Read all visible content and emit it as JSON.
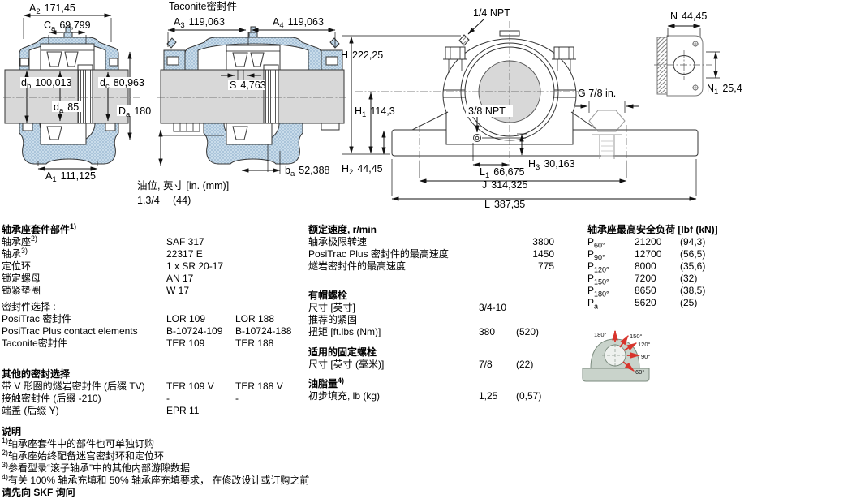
{
  "dims": {
    "A2": {
      "sym": "A",
      "sub": "2",
      "val": "171,45"
    },
    "Ca": {
      "sym": "C",
      "sub": "a",
      "val": "69,799"
    },
    "db": {
      "sym": "d",
      "sub": "b",
      "val": "100,013"
    },
    "dc": {
      "sym": "d",
      "sub": "c",
      "val": "80,963"
    },
    "da": {
      "sym": "d",
      "sub": "a",
      "val": "85"
    },
    "Da": {
      "sym": "D",
      "sub": "a",
      "val": "180"
    },
    "A1": {
      "sym": "A",
      "sub": "1",
      "val": "111,125"
    },
    "A3": {
      "sym": "A",
      "sub": "3",
      "val": "119,063"
    },
    "A4": {
      "sym": "A",
      "sub": "4",
      "val": "119,063"
    },
    "S": {
      "sym": "S",
      "val": "4,763"
    },
    "ba": {
      "sym": "b",
      "sub": "a",
      "val": "52,388"
    },
    "H": {
      "sym": "H",
      "val": "222,25"
    },
    "H1": {
      "sym": "H",
      "sub": "1",
      "val": "114,3"
    },
    "H2": {
      "sym": "H",
      "sub": "2",
      "val": "44,45"
    },
    "H3": {
      "sym": "H",
      "sub": "3",
      "val": "30,163"
    },
    "L1": {
      "sym": "L",
      "sub": "1",
      "val": "66,675"
    },
    "J": {
      "sym": "J",
      "val": "314,325"
    },
    "L": {
      "sym": "L",
      "val": "387,35"
    },
    "N": {
      "sym": "N",
      "val": "44,45"
    },
    "N1": {
      "sym": "N",
      "sub": "1",
      "val": "25,4"
    }
  },
  "annotations": {
    "taconite_title": "Taconite密封件",
    "npt14": "1/4 NPT",
    "npt38": "3/8 NPT",
    "g_bolt": "G  7/8 in.",
    "oil_label": "油位, 英寸 [in. (mm)]",
    "oil_v1": "1.3/4",
    "oil_v2": "(44)"
  },
  "parts": {
    "title": "轴承座套件部件",
    "title_sup": "1)",
    "rows": [
      {
        "label": "轴承座",
        "sup": "2)",
        "v1": "SAF 317",
        "v2": ""
      },
      {
        "label": "轴承",
        "sup": "3)",
        "v1": "22317 E",
        "v2": ""
      },
      {
        "label": "定位环",
        "sup": "",
        "v1": "1 x SR 20-17",
        "v2": ""
      },
      {
        "label": "锁定螺母",
        "sup": "",
        "v1": "AN 17",
        "v2": ""
      },
      {
        "label": "锁紧垫圈",
        "sup": "",
        "v1": "W 17",
        "v2": ""
      }
    ],
    "seals_header": "密封件选择 :",
    "seal_rows": [
      {
        "label": "PosiTrac 密封件",
        "v1": "LOR 109",
        "v2": "LOR 188"
      },
      {
        "label": "PosiTrac Plus contact elements",
        "v1": "B-10724-109",
        "v2": "B-10724-188"
      },
      {
        "label": "Taconite密封件",
        "v1": "TER 109",
        "v2": "TER 188"
      }
    ]
  },
  "other_seals": {
    "title": "其他的密封选择",
    "rows": [
      {
        "label": "带 V 形圈的燧岩密封件 (后缀 TV)",
        "v1": "TER 109 V",
        "v2": "TER 188 V"
      },
      {
        "label": "接触密封件 (后缀 -210)",
        "v1": "-",
        "v2": "-"
      },
      {
        "label": "端盖 (后缀 Y)",
        "v1": "EPR 11",
        "v2": ""
      }
    ]
  },
  "notes": {
    "title": "说明",
    "items": [
      {
        "sup": "1)",
        "text": "轴承座套件中的部件也可单独订购"
      },
      {
        "sup": "2)",
        "text": "轴承座始终配备迷宫密封环和定位环"
      },
      {
        "sup": "3)",
        "text": "参看型录“滚子轴承”中的其他内部游隙数据"
      },
      {
        "sup": "4)",
        "text": "有关 100% 轴承充填和 50% 轴承座充填要求， 在修改设计或订购之前"
      }
    ],
    "footer": "请先向 SKF 询问"
  },
  "speeds": {
    "title": "额定速度, r/min",
    "rows": [
      {
        "label": "轴承极限转速",
        "value": "3800"
      },
      {
        "label": "PosiTrac Plus 密封件的最高速度",
        "value": "1450"
      },
      {
        "label": "燧岩密封件的最高速度",
        "value": "775"
      }
    ]
  },
  "cap_bolts": {
    "title": "有帽螺栓",
    "row_size": {
      "label": "尺寸 [英寸]",
      "v1": "3/4-10",
      "v2": ""
    },
    "torque_label_line1": "推荐的紧固",
    "row_torque": {
      "label": "扭矩 [ft.lbs (Nm)]",
      "v1": "380",
      "v2": "(520)"
    }
  },
  "anchor_bolts": {
    "title": "适用的固定螺栓",
    "row": {
      "label": "尺寸 [英寸 (毫米)]",
      "v1": "7/8",
      "v2": "(22)"
    }
  },
  "grease": {
    "title": "油脂量",
    "title_sup": "4)",
    "row": {
      "label": "初步填充, lb (kg)",
      "v1": "1,25",
      "v2": "(0,57)"
    }
  },
  "loads": {
    "title": "轴承座最高安全负荷 [lbf (kN)]",
    "rows": [
      {
        "sym": "P",
        "sub": "60°",
        "v1": "21200",
        "v2": "(94,3)"
      },
      {
        "sym": "P",
        "sub": "90°",
        "v1": "12700",
        "v2": "(56,5)"
      },
      {
        "sym": "P",
        "sub": "120°",
        "v1": "8000",
        "v2": "(35,6)"
      },
      {
        "sym": "P",
        "sub": "150°",
        "v1": "7200",
        "v2": "(32)"
      },
      {
        "sym": "P",
        "sub": "180°",
        "v1": "8650",
        "v2": "(38,5)"
      },
      {
        "sym": "P",
        "sub": "a",
        "v1": "5620",
        "v2": "(25)"
      }
    ]
  },
  "load_diagram": {
    "angles": [
      "180°",
      "150°",
      "120°",
      "90°",
      "60°"
    ]
  },
  "colors": {
    "housing_fill": "#c9dcea",
    "housing_dot": "#aac4da",
    "shaft_fill": "#d8d8d8",
    "arrow_red": "#d8342c",
    "diagram_housing": "#c9d3cb",
    "text": "#000000",
    "background": "#ffffff"
  }
}
